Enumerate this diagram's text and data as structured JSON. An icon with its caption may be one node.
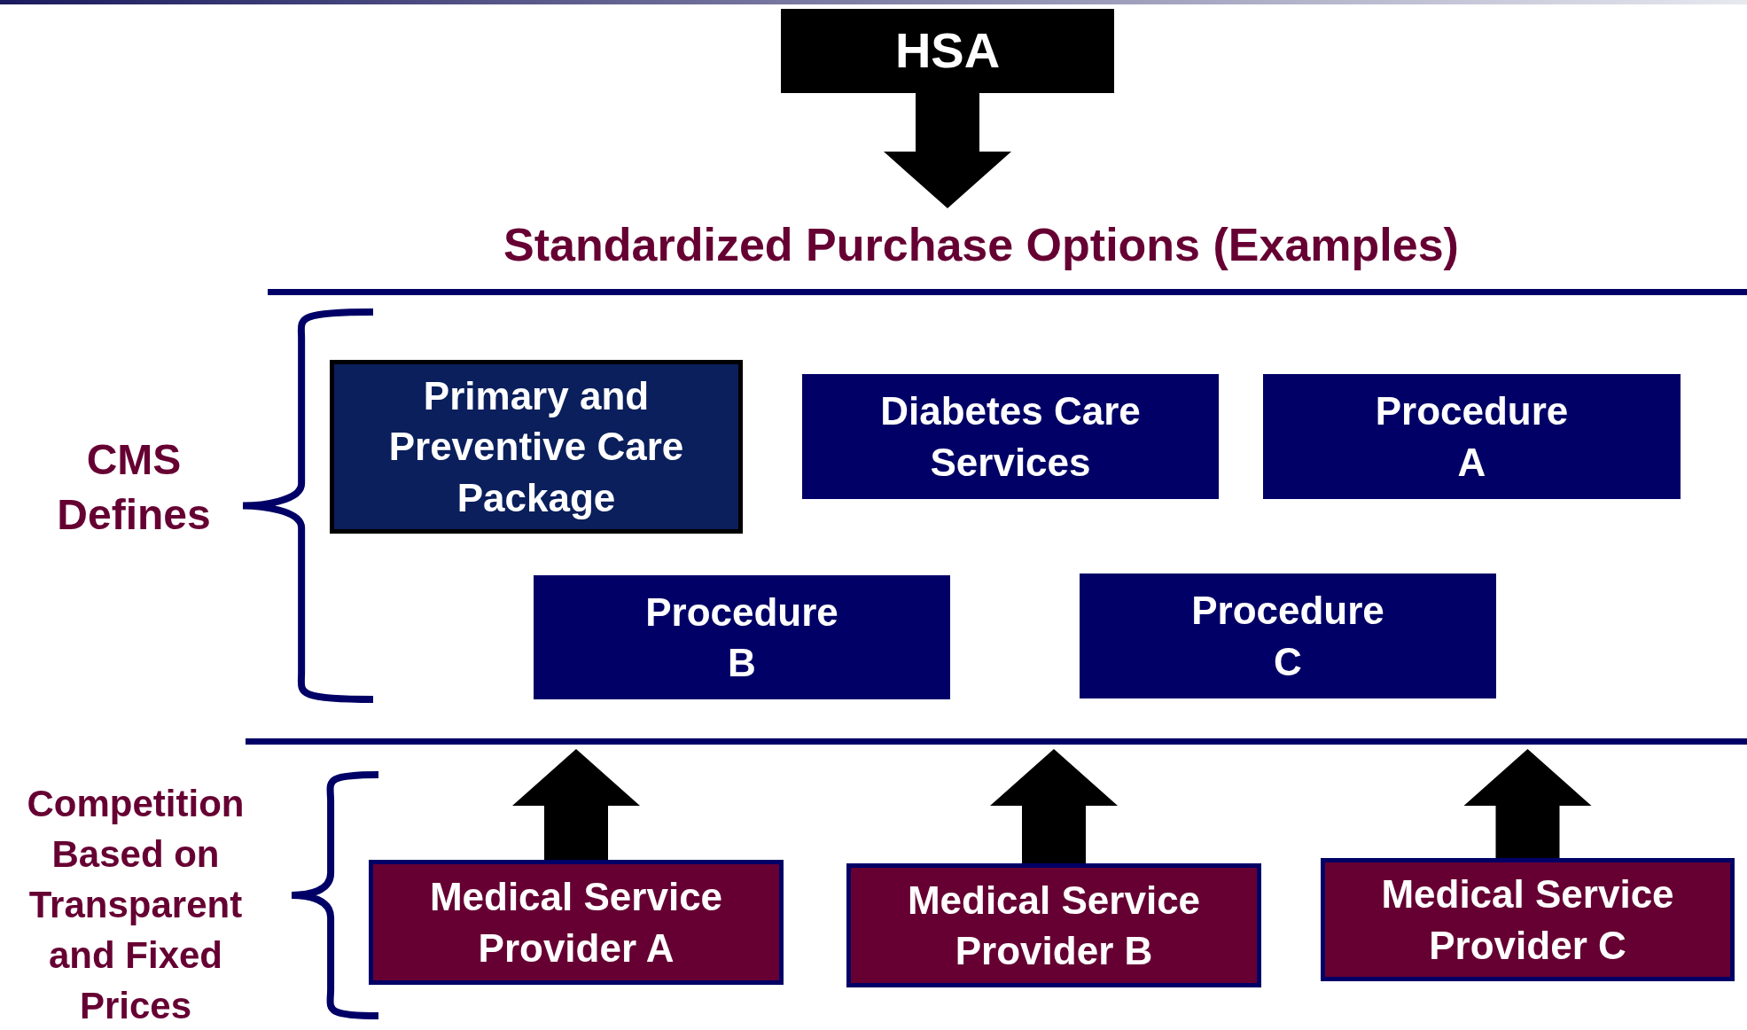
{
  "diagram": {
    "nodes": [
      {
        "text": [
          "HSA"
        ]
      },
      {
        "text": [
          "Standardized Purchase Options (Examples)"
        ]
      },
      {
        "text": [
          "Primary and Preventive Care Package"
        ],
        "in": 1
      },
      {
        "text": [
          "Diabetes Care Services"
        ],
        "in": 1
      },
      {
        "text": [
          "Procedure A"
        ],
        "in": 1
      },
      {
        "text": [
          "Procedure B"
        ],
        "in": 1
      },
      {
        "text": [
          "Procedure C"
        ],
        "in": 1
      },
      {
        "text": [
          "Medical Service Provider A"
        ]
      },
      {
        "text": [
          "Medical Service Provider B"
        ]
      },
      {
        "text": [
          "Medical Service Provider C"
        ]
      }
    ],
    "edges": [
      {
        "from": 0,
        "to": 1,
        "arrow": "to"
      },
      {
        "from": 7,
        "to": 1,
        "arrow": "to"
      },
      {
        "from": 8,
        "to": 1,
        "arrow": "to"
      },
      {
        "from": 9,
        "to": 1,
        "arrow": "to"
      }
    ],
    "labels": [
      "CMS Defines",
      "Competition Based on Transparent and Fixed Prices"
    ]
  }
}
